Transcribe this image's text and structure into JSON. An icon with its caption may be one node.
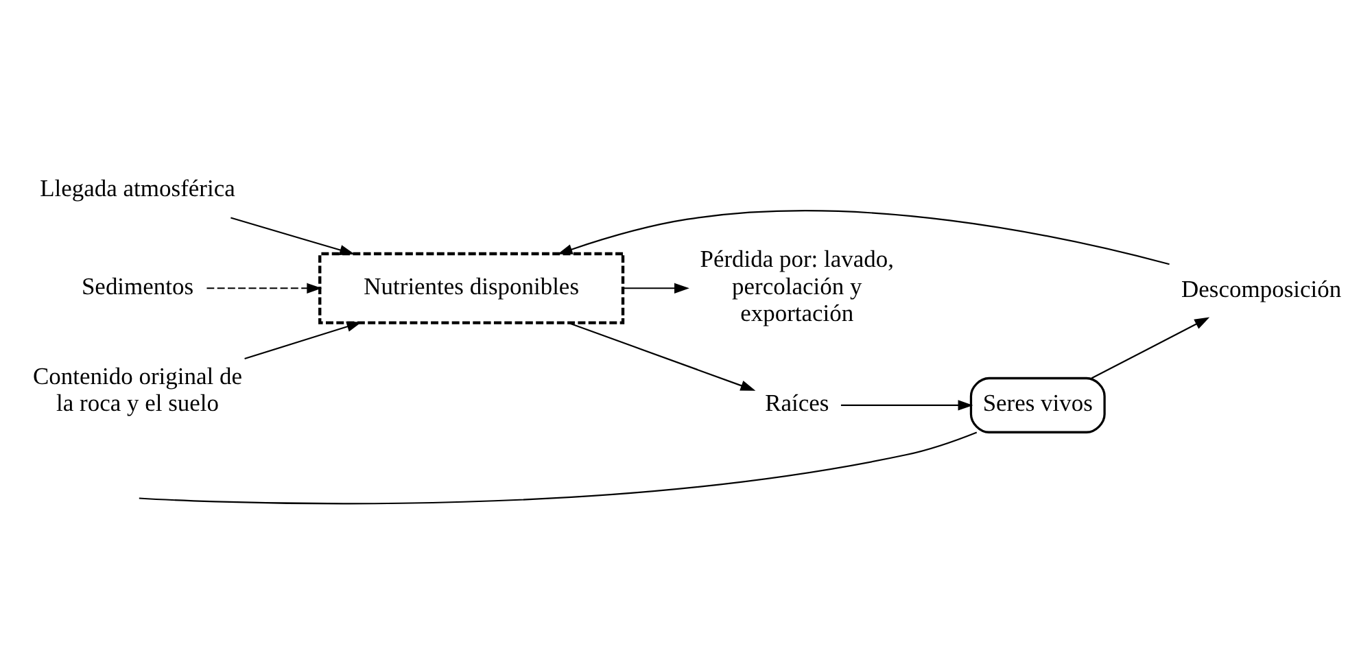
{
  "diagram": {
    "nodes": [
      {
        "text": [
          "Llegada atmosférica"
        ]
      },
      {
        "text": [
          "Sedimentos"
        ]
      },
      {
        "text": [
          "Seres vivos"
        ]
      },
      {
        "text": [
          "Pérdida por: lavado, percolación y exportación"
        ]
      },
      {
        "text": [
          "Nutrientes disponibles"
        ]
      },
      {
        "text": [
          "Raíces"
        ]
      },
      {
        "text": [
          "Descomposición"
        ]
      },
      {
        "text": [
          "Contenido original de la roca y el suelo"
        ]
      }
    ],
    "edges": [
      {
        "from": 0,
        "to": 4,
        "arrow": "to"
      },
      {
        "from": 1,
        "to": 4,
        "arrow": "to",
        "style": "dashed"
      },
      {
        "from": null,
        "to": 2,
        "arrow": "none"
      },
      {
        "from": 4,
        "to": 5,
        "arrow": "to"
      },
      {
        "from": 5,
        "to": 2,
        "arrow": "to"
      },
      {
        "from": 2,
        "to": 6,
        "arrow": "to"
      },
      {
        "from": 6,
        "to": 4,
        "arrow": "to"
      },
      {
        "from": 4,
        "to": 3,
        "arrow": "to"
      },
      {
        "from": 7,
        "to": 4,
        "arrow": "to"
      }
    ]
  }
}
